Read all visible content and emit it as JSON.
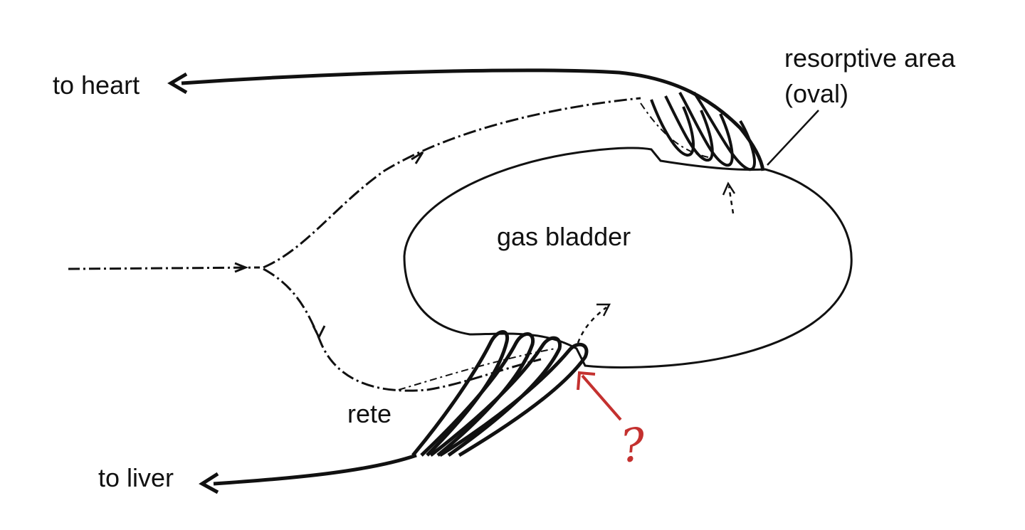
{
  "labels": {
    "to_heart": "to heart",
    "resorptive_line1": "resorptive area",
    "resorptive_line2": "(oval)",
    "gas_bladder": "gas bladder",
    "rete": "rete",
    "to_liver": "to liver",
    "question": "?"
  },
  "colors": {
    "ink": "#111111",
    "annotation": "#c4312f"
  }
}
